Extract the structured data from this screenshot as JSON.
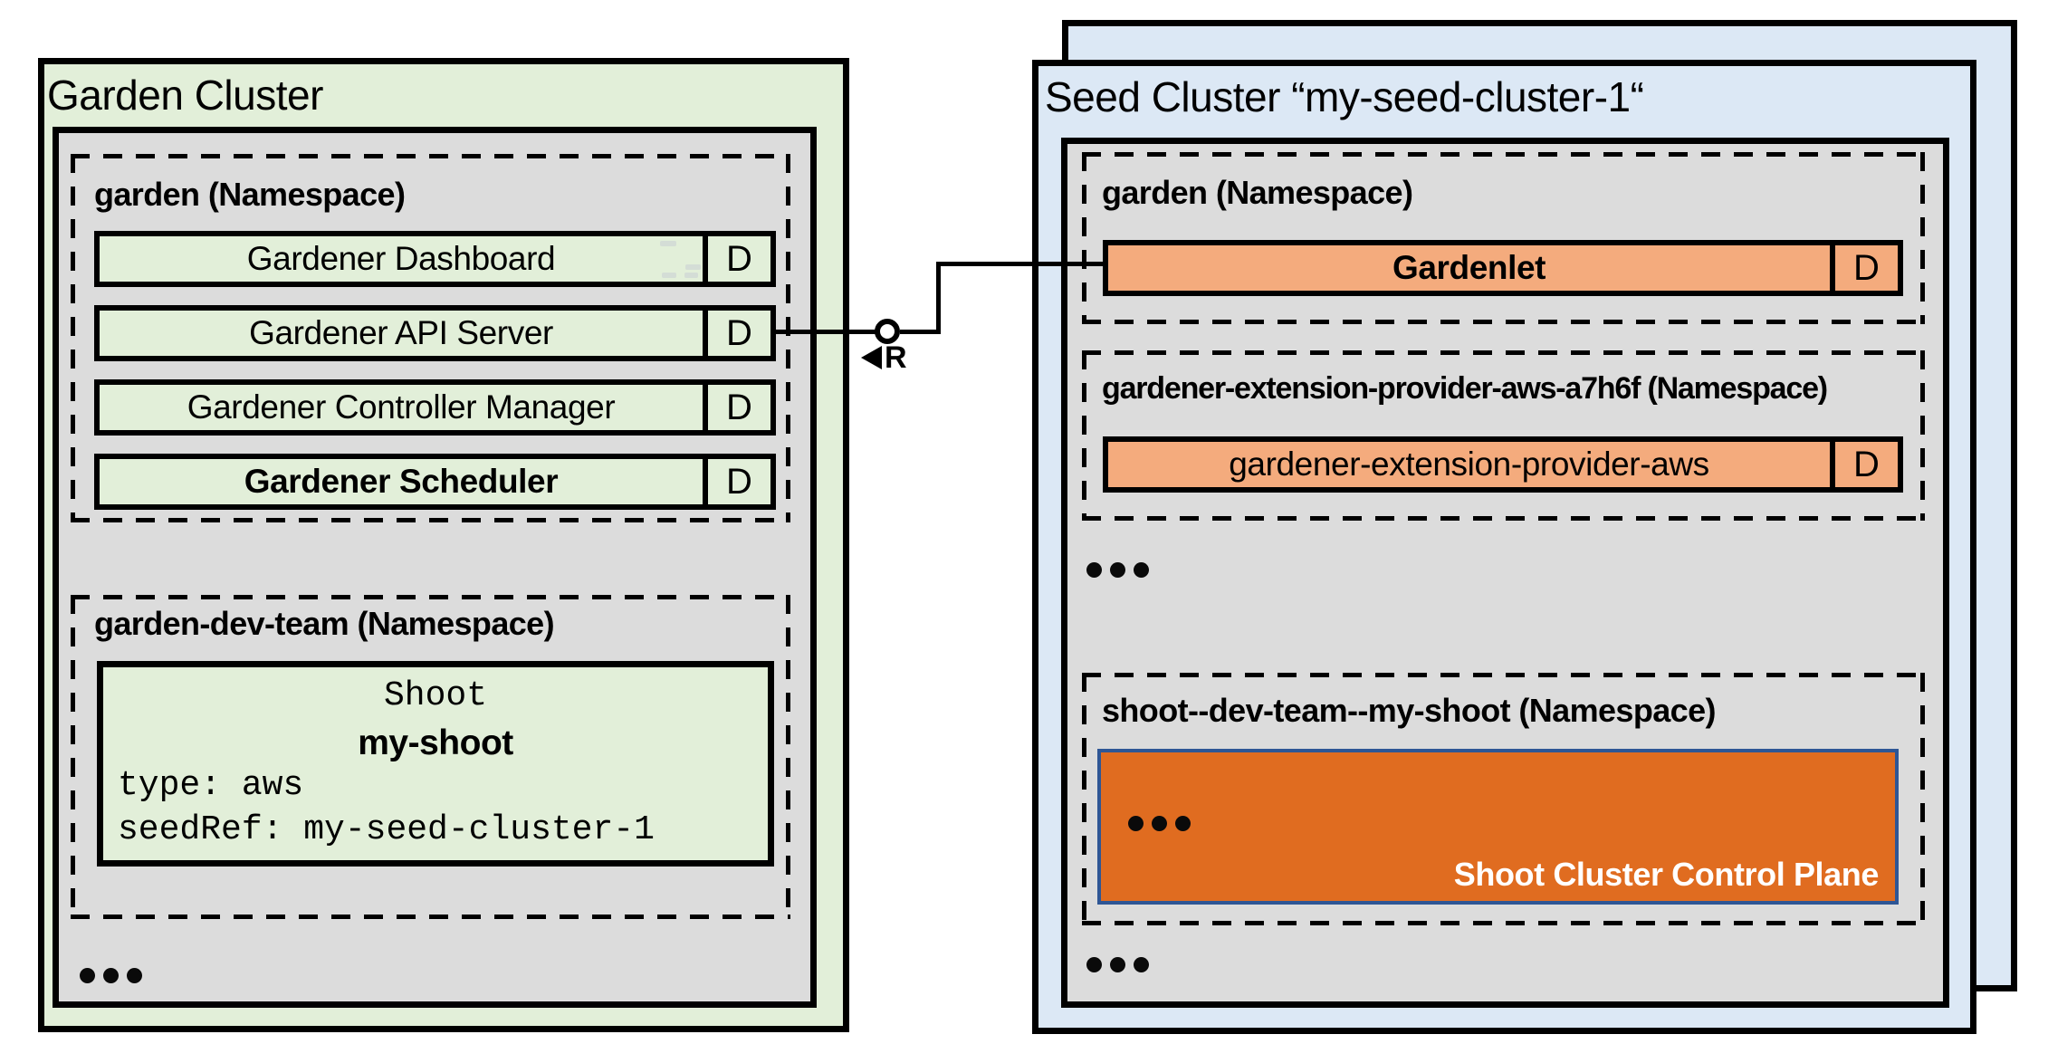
{
  "colors": {
    "cluster_green": "#e2efd9",
    "cluster_blue": "#dce8f5",
    "panel_gray": "#dcdcdc",
    "component_orange": "#f4ab7d",
    "control_plane_orange": "#e06c20",
    "control_plane_border_blue": "#2e5695",
    "artifact_gray": "#c9cdd4",
    "ink": "#000000"
  },
  "garden_cluster": {
    "title": "Garden Cluster",
    "garden_ns": {
      "title": "garden (Namespace)",
      "rows": [
        {
          "label": "Gardener Dashboard",
          "badge": "D"
        },
        {
          "label": "Gardener API Server",
          "badge": "D"
        },
        {
          "label": "Gardener Controller Manager",
          "badge": "D"
        },
        {
          "label": "Gardener Scheduler",
          "badge": "D"
        }
      ]
    },
    "dev_ns": {
      "title": "garden-dev-team (Namespace)",
      "shoot": {
        "kind": "Shoot",
        "name": "my-shoot",
        "spec_line_1": "type: aws",
        "spec_line_2": "seedRef: my-seed-cluster-1"
      }
    }
  },
  "connector": {
    "label": "R"
  },
  "seed_cluster": {
    "title": "Seed Cluster “my-seed-cluster-1“",
    "garden_ns": {
      "title": "garden (Namespace)",
      "row": {
        "label": "Gardenlet",
        "badge": "D"
      }
    },
    "extension_ns": {
      "title": "gardener-extension-provider-aws-a7h6f (Namespace)",
      "row": {
        "label": "gardener-extension-provider-aws",
        "badge": "D"
      }
    },
    "shoot_ns": {
      "title": "shoot--dev-team--my-shoot (Namespace)",
      "control_plane": {
        "label": "Shoot Cluster Control Plane"
      }
    }
  }
}
